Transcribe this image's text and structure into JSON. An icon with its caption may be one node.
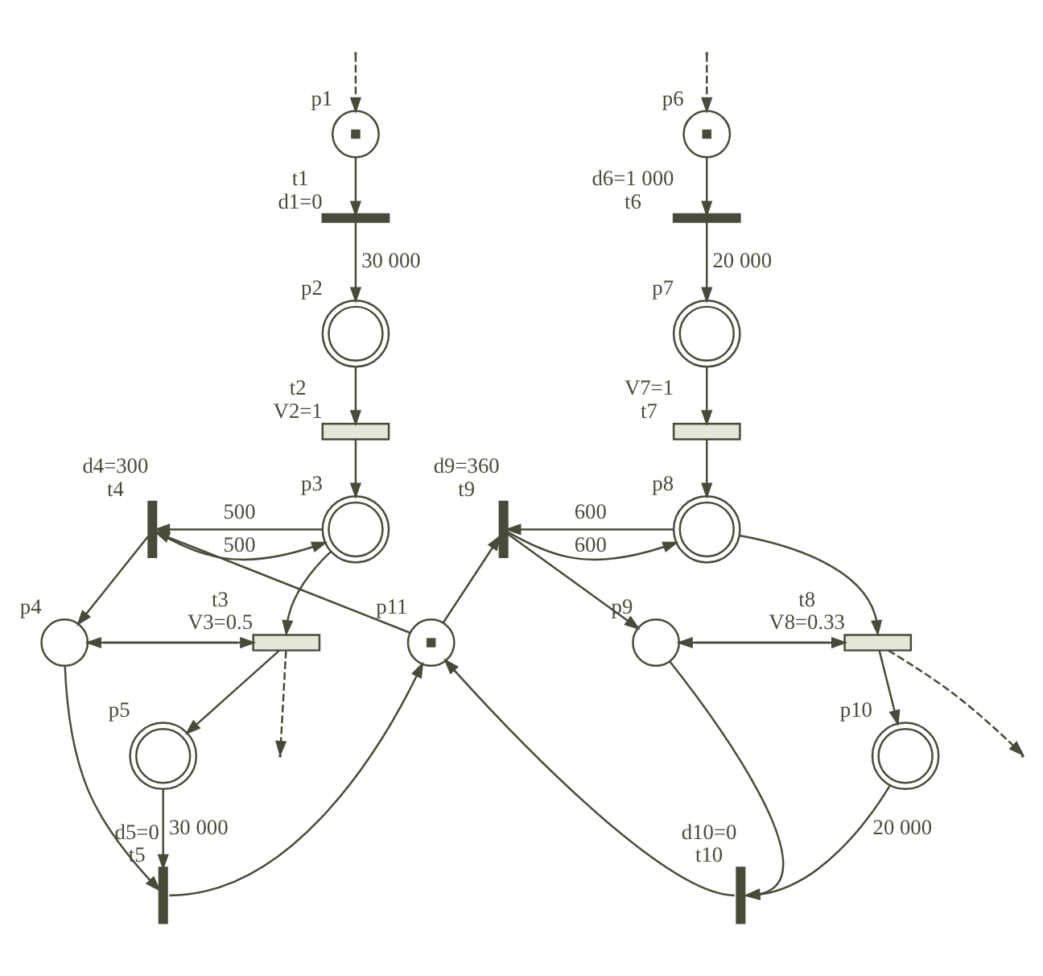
{
  "diagram": {
    "nodes": [
      {
        "text": [],
        "shape": "circle",
        "beside": [
          "p1"
        ]
      },
      {
        "text": [],
        "shape": "circle",
        "beside": [
          "p6"
        ]
      },
      {
        "text": [],
        "shape": "bar",
        "beside": [
          "t1",
          "d1=0"
        ]
      },
      {
        "text": [],
        "shape": "bar",
        "beside": [
          "d6=1 000",
          "t6"
        ]
      },
      {
        "text": [],
        "shape": "doublecircle",
        "beside": [
          "p2"
        ]
      },
      {
        "text": [],
        "shape": "doublecircle",
        "beside": [
          "p7"
        ]
      },
      {
        "text": [],
        "shape": "box",
        "beside": [
          "t2",
          "V2=1"
        ]
      },
      {
        "text": [],
        "shape": "box",
        "beside": [
          "V7=1",
          "t7"
        ]
      },
      {
        "text": [],
        "shape": "doublecircle",
        "beside": [
          "p3"
        ]
      },
      {
        "text": [],
        "shape": "bar",
        "beside": [
          "d4=300",
          "t4"
        ]
      },
      {
        "text": [],
        "shape": "circle",
        "beside": [
          "p11"
        ]
      },
      {
        "text": [],
        "shape": "bar",
        "beside": [
          "d9=360",
          "t9"
        ]
      },
      {
        "text": [],
        "shape": "doublecircle",
        "beside": [
          "p8"
        ]
      },
      {
        "text": [],
        "shape": "circle",
        "beside": [
          "p4"
        ]
      },
      {
        "text": [],
        "shape": "circle",
        "beside": [
          "p9"
        ]
      },
      {
        "text": [],
        "shape": "box",
        "beside": [
          "t3",
          "V3=0.5"
        ]
      },
      {
        "text": [],
        "shape": "box",
        "beside": [
          "t8",
          "V8=0.33"
        ]
      },
      {
        "text": [],
        "shape": "bar",
        "beside": [
          "d5=0",
          "t5"
        ]
      },
      {
        "text": [],
        "shape": "bar",
        "beside": [
          "d10=0",
          "t10"
        ]
      },
      {
        "text": [],
        "shape": "doublecircle",
        "beside": [
          "p5"
        ]
      },
      {
        "text": [],
        "shape": "doublecircle",
        "beside": [
          "p10"
        ]
      }
    ],
    "edges": [
      {
        "from": null,
        "to": 0,
        "arrow": "to",
        "style": "dashed"
      },
      {
        "from": 0,
        "to": 2,
        "arrow": "to"
      },
      {
        "from": 2,
        "to": 4,
        "arrow": "to",
        "label": "30 000"
      },
      {
        "from": 4,
        "to": 6,
        "arrow": "to"
      },
      {
        "from": 6,
        "to": 8,
        "arrow": "to"
      },
      {
        "from": 8,
        "to": 15,
        "arrow": "to"
      },
      {
        "from": 15,
        "to": null,
        "arrow": "to",
        "style": "dashed"
      },
      {
        "from": null,
        "to": 1,
        "arrow": "to",
        "style": "dashed"
      },
      {
        "from": 1,
        "to": 3,
        "arrow": "to"
      },
      {
        "from": 3,
        "to": 5,
        "arrow": "to",
        "label": "20 000"
      },
      {
        "from": 5,
        "to": 7,
        "arrow": "to"
      },
      {
        "from": 7,
        "to": 12,
        "arrow": "to"
      },
      {
        "from": 12,
        "to": 16,
        "arrow": "to"
      },
      {
        "from": 16,
        "to": null,
        "arrow": "to",
        "style": "dashed"
      },
      {
        "from": 8,
        "to": 9,
        "arrow": "to",
        "label": "500"
      },
      {
        "from": 9,
        "to": 8,
        "arrow": "to",
        "label": "500"
      },
      {
        "from": 10,
        "to": 9,
        "arrow": "to"
      },
      {
        "from": 9,
        "to": 13,
        "arrow": "to"
      },
      {
        "from": 12,
        "to": 11,
        "arrow": "to",
        "label": "600"
      },
      {
        "from": 11,
        "to": 12,
        "arrow": "to",
        "label": "600"
      },
      {
        "from": 10,
        "to": 11,
        "arrow": "to"
      },
      {
        "from": 11,
        "to": 14,
        "arrow": "to"
      },
      {
        "from": 13,
        "to": 15,
        "arrow": "to"
      },
      {
        "from": 15,
        "to": 13,
        "arrow": "to"
      },
      {
        "from": 15,
        "to": 19,
        "arrow": "to"
      },
      {
        "from": 13,
        "to": 17,
        "arrow": "to"
      },
      {
        "from": 19,
        "to": 17,
        "arrow": "to",
        "label": "30 000"
      },
      {
        "from": 17,
        "to": 10,
        "arrow": "to"
      },
      {
        "from": 14,
        "to": 16,
        "arrow": "to"
      },
      {
        "from": 16,
        "to": 14,
        "arrow": "to"
      },
      {
        "from": 16,
        "to": 20,
        "arrow": "to"
      },
      {
        "from": 14,
        "to": 18,
        "arrow": "to"
      },
      {
        "from": 20,
        "to": 18,
        "arrow": "to",
        "label": "20 000"
      },
      {
        "from": 18,
        "to": 10,
        "arrow": "to"
      }
    ]
  }
}
